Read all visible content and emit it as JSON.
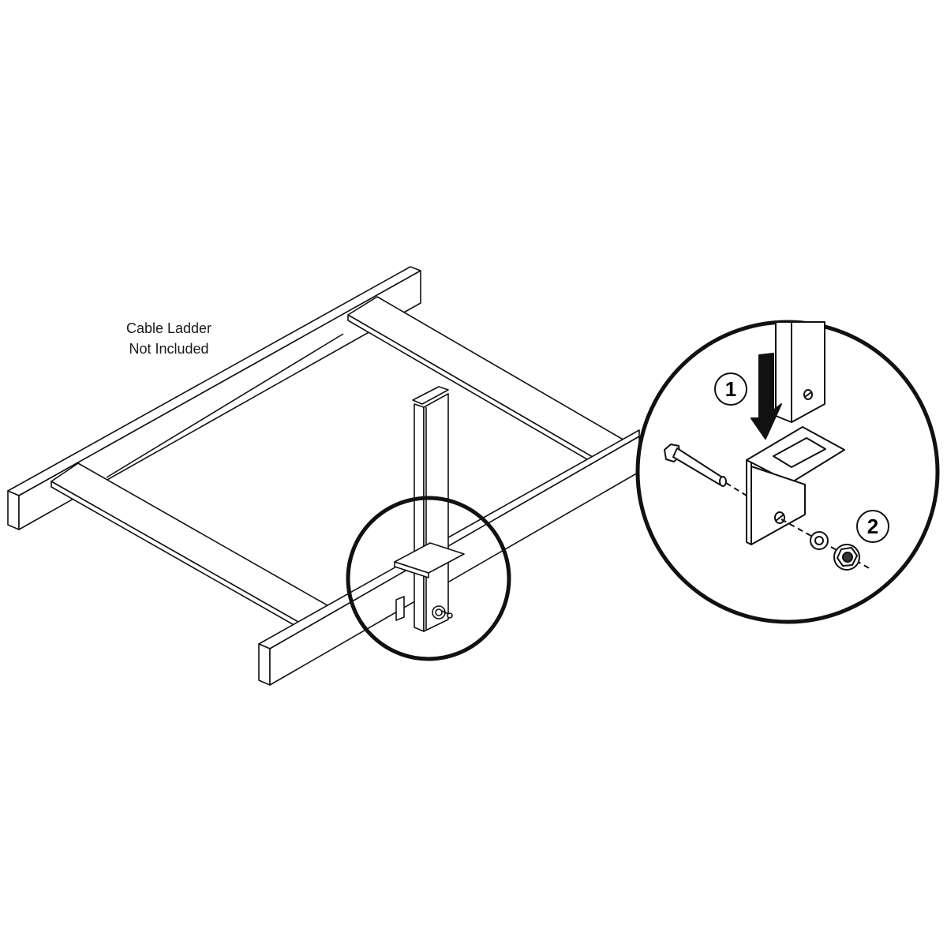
{
  "diagram": {
    "type": "assembly-instruction",
    "subject": "Cable ladder vertical post bracket installation",
    "note": {
      "line1": "Cable Ladder",
      "line2": "Not Included"
    },
    "steps": [
      {
        "number": "1",
        "action": "Lower the square post down through the bracket opening",
        "icon": "down-arrow-icon"
      },
      {
        "number": "2",
        "action": "Insert bolt through bracket and secure with lock washer and flange nut",
        "icon": "nut-icon"
      }
    ],
    "callouts": {
      "small_circle": "detail-location-marker",
      "large_circle": "detail-enlargement"
    },
    "parts": [
      "square-post",
      "L-bracket",
      "hex-bolt",
      "lock-washer",
      "flange-nut"
    ],
    "colors": {
      "line": "#111111",
      "background": "#ffffff"
    }
  }
}
